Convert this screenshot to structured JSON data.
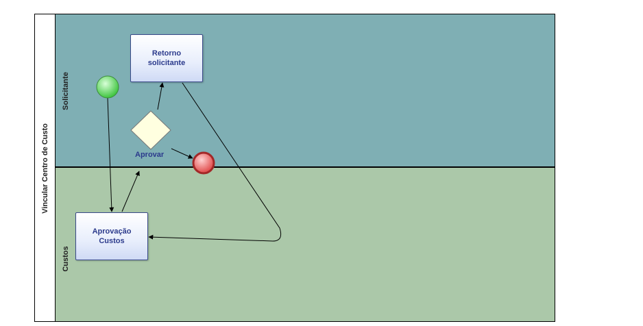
{
  "pool": {
    "label": "Vincular Centro de Custo"
  },
  "lanes": [
    {
      "label": "Solicitante",
      "color": "#7fafb4"
    },
    {
      "label": "Custos",
      "color": "#abc8a9"
    }
  ],
  "tasks": {
    "retorno": "Retorno\nsolicitante",
    "aprovacao": "Aprovação\nCustos"
  },
  "gateway": {
    "label": "Aprovar"
  },
  "colors": {
    "start_event": "#5ed35e",
    "end_event": "#ef6b6b",
    "gateway_fill": "#ffffe0",
    "task_text": "#2b3a8c"
  }
}
